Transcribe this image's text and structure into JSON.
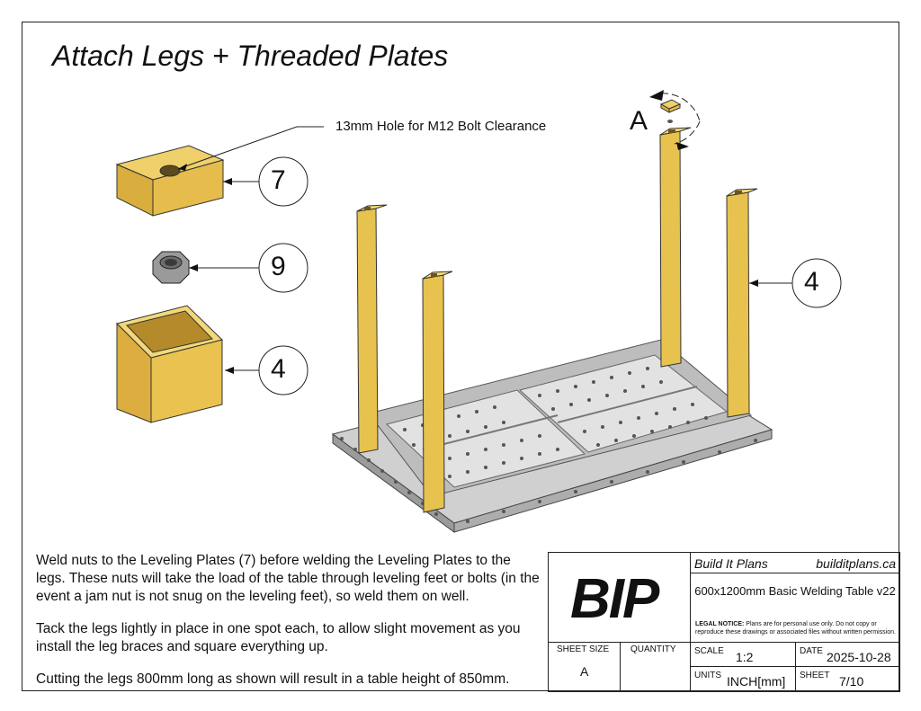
{
  "title": "Attach Legs + Threaded Plates",
  "callouts": {
    "hole_note": "13mm Hole for M12 Bolt Clearance",
    "plate_num": "7",
    "nut_num": "9",
    "leg_num_left": "4",
    "leg_num_right": "4",
    "detail_label": "A"
  },
  "notes": [
    "Weld nuts to the Leveling Plates (7) before welding the Leveling Plates to the legs. These nuts will take the load of the table through leveling feet or bolts (in the event a jam nut is not snug on the leveling feet), so weld them on well.",
    "Tack the legs lightly in place in one spot each, to allow slight movement as you install the leg braces and square everything up.",
    "Cutting the legs 800mm long as shown will result in a table height of 850mm."
  ],
  "title_block": {
    "logo": "BIP",
    "company": "Build It Plans",
    "website": "builditplans.ca",
    "drawing_title": "600x1200mm Basic Welding Table v22",
    "legal_bold": "LEGAL NOTICE:",
    "legal_text": "Plans are for personal use only. Do not copy or reproduce these drawings or associated files without written permission.",
    "sheet_size_label": "SHEET SIZE",
    "sheet_size": "A",
    "quantity_label": "QUANTITY",
    "quantity": "",
    "scale_label": "SCALE",
    "scale": "1:2",
    "date_label": "DATE",
    "date": "2025-10-28",
    "units_label": "UNITS",
    "units": "INCH[mm]",
    "sheet_label": "SHEET",
    "sheet": "7/10"
  },
  "colors": {
    "leg": "#e8c24e",
    "leg_dark": "#c9a033",
    "steel": "#c8c8c8",
    "steel_dark": "#8e8e8e",
    "ink": "#111111"
  }
}
